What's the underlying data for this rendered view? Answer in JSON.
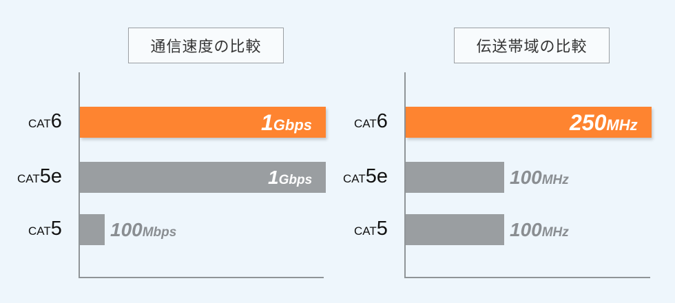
{
  "chart_data": [
    {
      "type": "bar",
      "orientation": "horizontal",
      "title": "通信速度の比較",
      "unit_note": "Mbps",
      "categories": [
        {
          "prefix": "CAT",
          "version": "6"
        },
        {
          "prefix": "CAT",
          "version": "5e"
        },
        {
          "prefix": "CAT",
          "version": "5"
        }
      ],
      "values": [
        1000,
        1000,
        100
      ],
      "labels": [
        {
          "num": "1",
          "unit": "Gbps"
        },
        {
          "num": "1",
          "unit": "Gbps"
        },
        {
          "num": "100",
          "unit": "Mbps"
        }
      ],
      "highlight_index": 0,
      "xlim": [
        0,
        1000
      ]
    },
    {
      "type": "bar",
      "orientation": "horizontal",
      "title": "伝送帯域の比較",
      "unit_note": "MHz",
      "categories": [
        {
          "prefix": "CAT",
          "version": "6"
        },
        {
          "prefix": "CAT",
          "version": "5e"
        },
        {
          "prefix": "CAT",
          "version": "5"
        }
      ],
      "values": [
        250,
        100,
        100
      ],
      "labels": [
        {
          "num": "250",
          "unit": "MHz"
        },
        {
          "num": "100",
          "unit": "MHz"
        },
        {
          "num": "100",
          "unit": "MHz"
        }
      ],
      "highlight_index": 0,
      "xlim": [
        0,
        250
      ]
    }
  ],
  "colors": {
    "highlight": "#fe8430",
    "normal": "#9a9ea1",
    "axis": "#8f9497",
    "background": "#eef6fc"
  }
}
